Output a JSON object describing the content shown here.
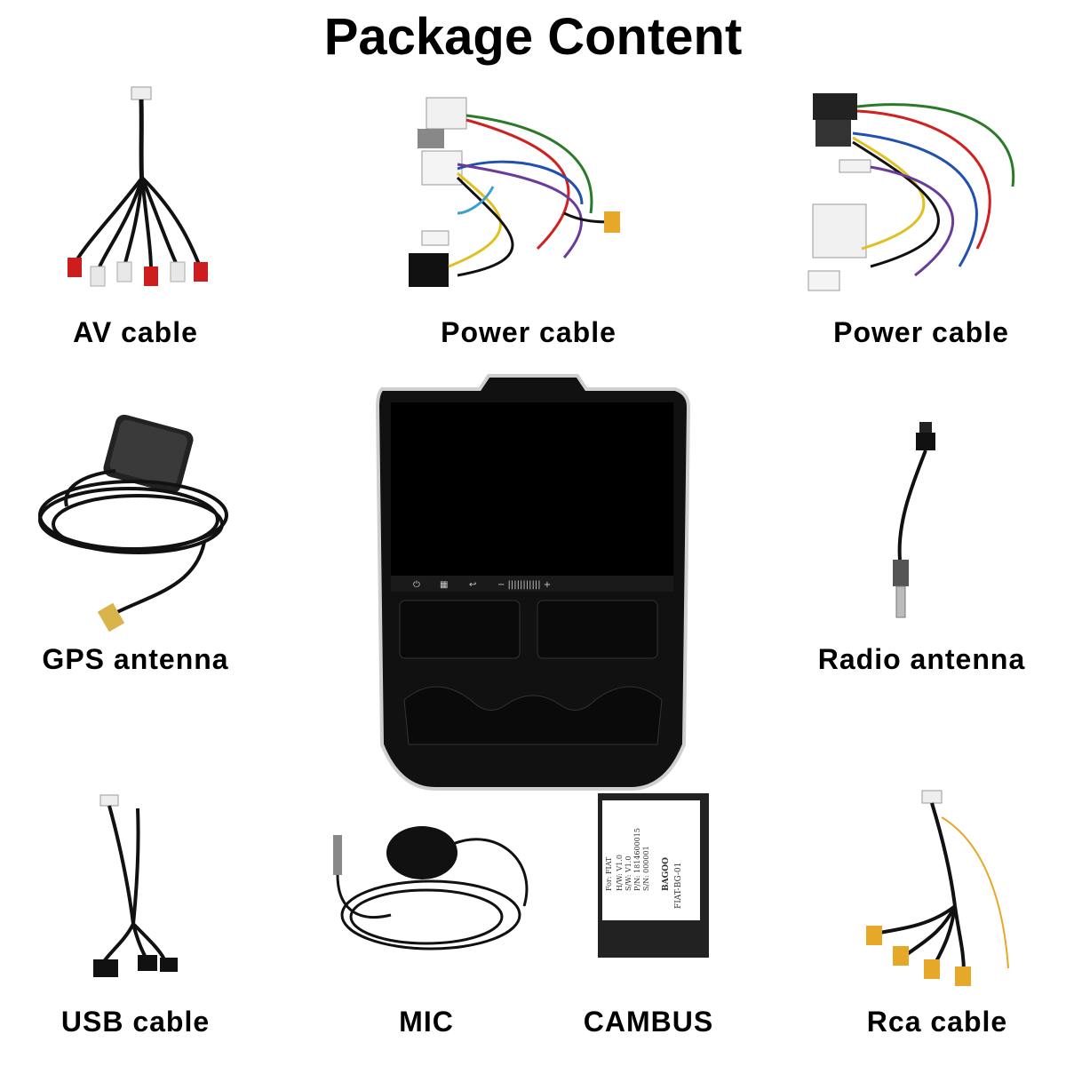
{
  "title": "Package Content",
  "items": {
    "av_cable": "AV cable",
    "power_cable_1": "Power cable",
    "power_cable_2": "Power cable",
    "gps_antenna": "GPS antenna",
    "radio_antenna": "Radio antenna",
    "usb_cable": "USB cable",
    "mic": "MIC",
    "cambus": "CAMBUS",
    "rca_cable": "Rca cable"
  },
  "head_unit": {
    "screen_color": "#000000",
    "bezel_color": "#111111"
  },
  "cambus_label": {
    "lines": [
      "For: FIAT",
      "H/W: V1.0",
      "S/W: V1.0",
      "P/N: 1814600015",
      "S/N: 000001"
    ],
    "model": "FIAT-BG-01",
    "brand": "BAGOO"
  },
  "colors": {
    "rca_red": "#cc1e1e",
    "rca_white": "#e8e8e8",
    "rca_yellow": "#e6a829",
    "cable_black": "#111111"
  }
}
